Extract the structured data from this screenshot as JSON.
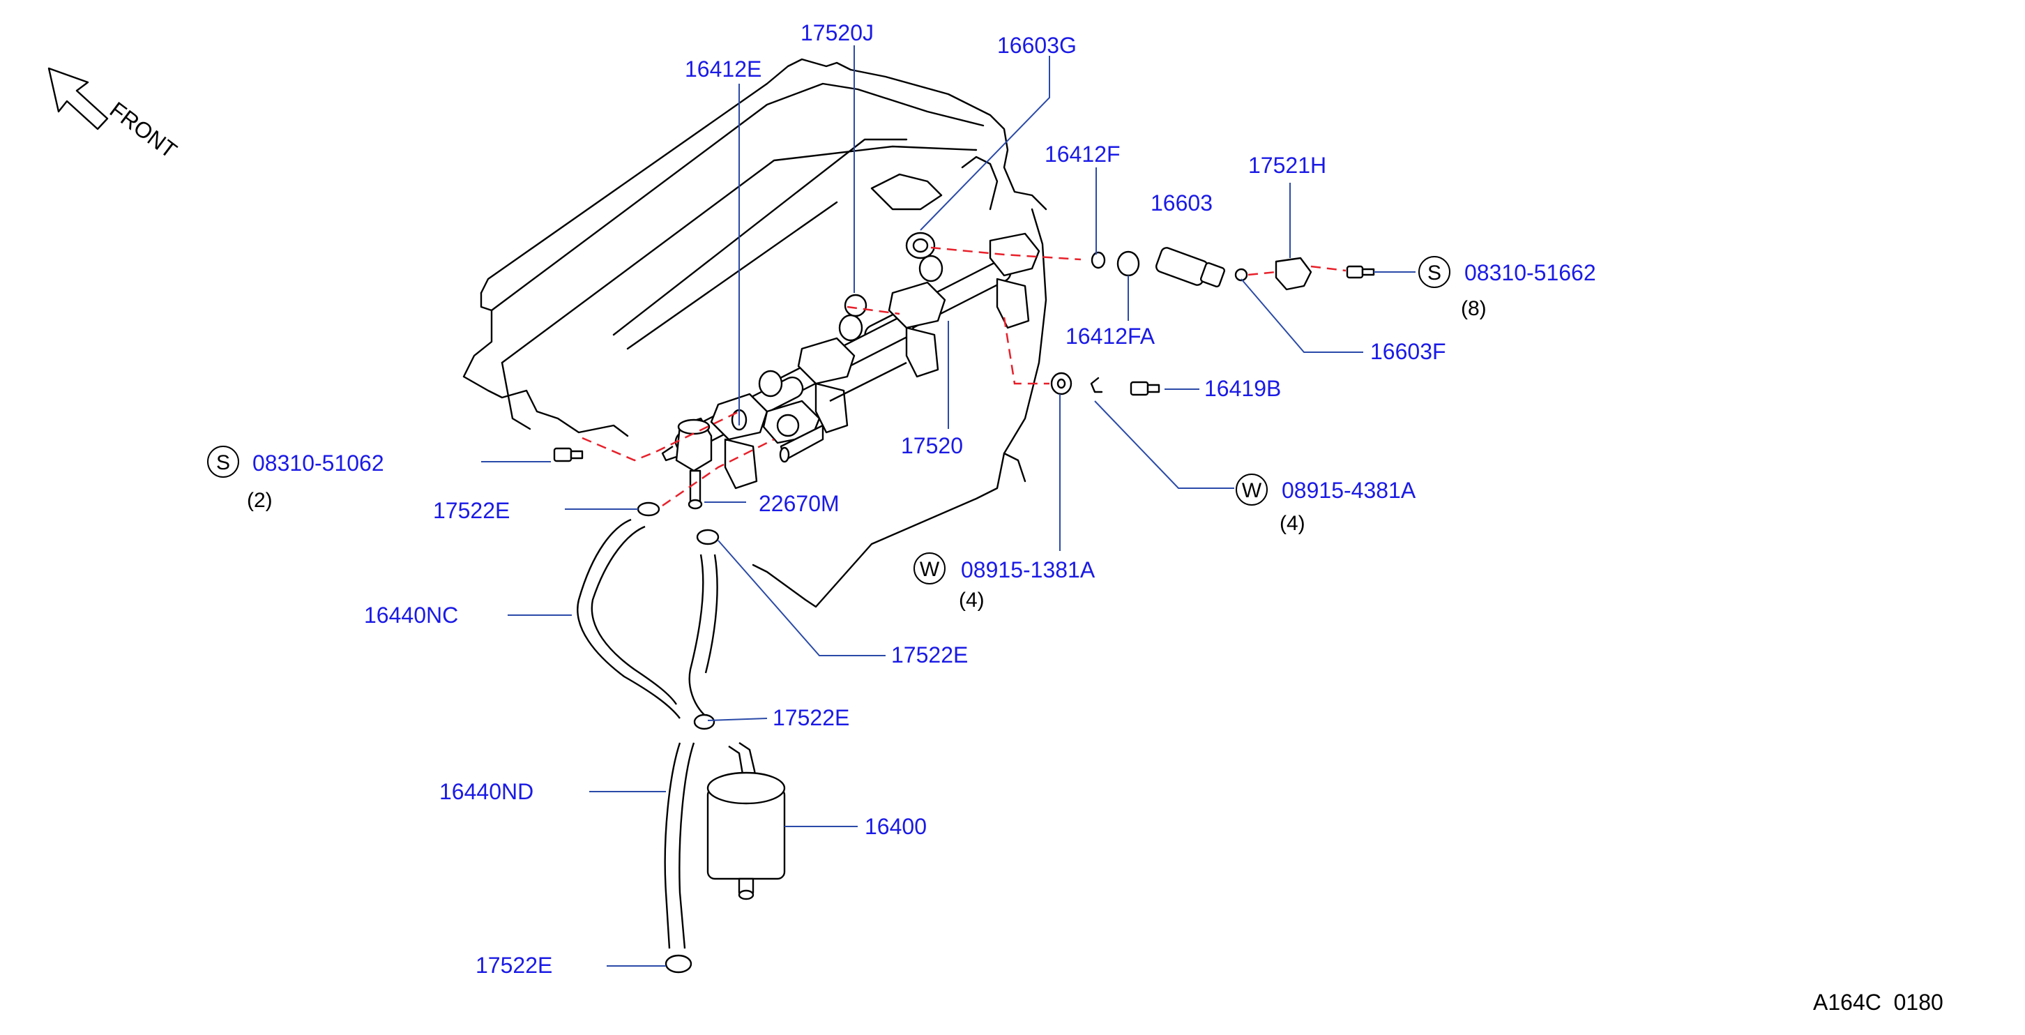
{
  "front_label": "FRONT",
  "diagram_code": "A164C  0180",
  "colors": {
    "label": "#1a1ae6",
    "leader": "#2a4aa8",
    "dashed_link": "#e8202a",
    "line": "#000000"
  },
  "parts": {
    "p17520J": "17520J",
    "p16412E": "16412E",
    "p16603G": "16603G",
    "p16412F": "16412F",
    "p16603": "16603",
    "p17521H": "17521H",
    "p16412FA": "16412FA",
    "p16603F": "16603F",
    "p16419B": "16419B",
    "p17520": "17520",
    "p22670M": "22670M",
    "p17522E_a": "17522E",
    "p17522E_b": "17522E",
    "p17522E_c": "17522E",
    "p17522E_d": "17522E",
    "p16440NC": "16440NC",
    "p16440ND": "16440ND",
    "p16400": "16400"
  },
  "fasteners": {
    "s1": {
      "symbol": "S",
      "code": "08310-51662",
      "qty": "(8)"
    },
    "s2": {
      "symbol": "S",
      "code": "08310-51062",
      "qty": "(2)"
    },
    "w1": {
      "symbol": "W",
      "code": "08915-4381A",
      "qty": "(4)"
    },
    "w2": {
      "symbol": "W",
      "code": "08915-1381A",
      "qty": "(4)"
    }
  }
}
